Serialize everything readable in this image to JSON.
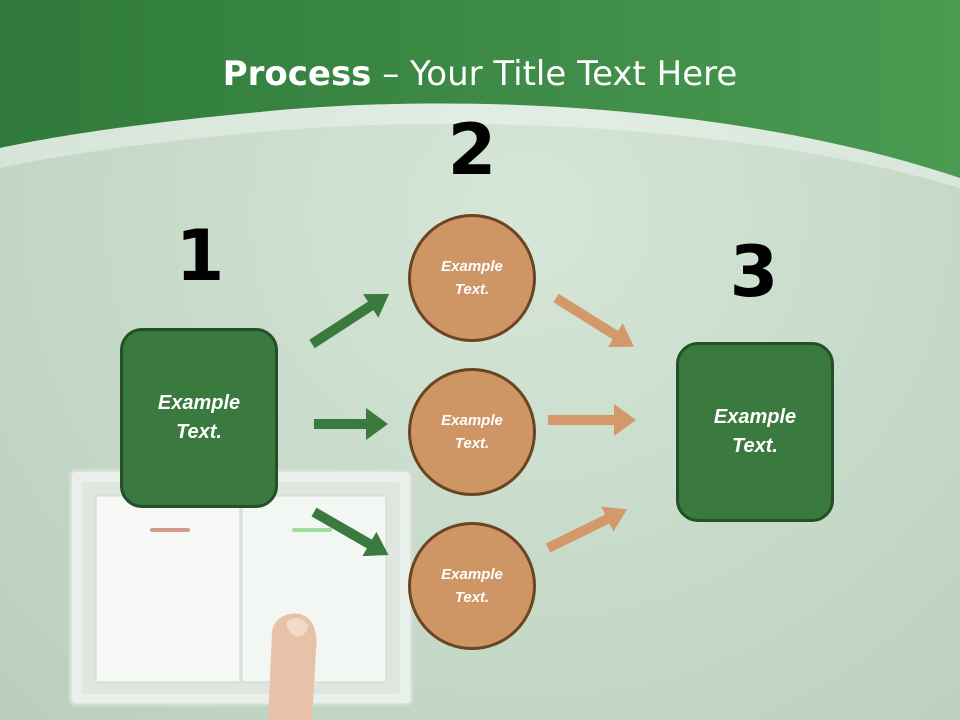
{
  "title": {
    "bold": "Process",
    "rest": " – Your Title Text Here"
  },
  "steps": {
    "one": "1",
    "two": "2",
    "three": "3"
  },
  "left_box": "Example Text.",
  "right_box": "Example Text.",
  "circles": [
    "Example Text.",
    "Example Text.",
    "Example Text."
  ],
  "colors": {
    "header_green": "#3a8a45",
    "box_green": "#3b7a3f",
    "circle_tan": "#cd9664",
    "arrow_green": "#3b7a3f",
    "arrow_tan": "#d4996a"
  }
}
